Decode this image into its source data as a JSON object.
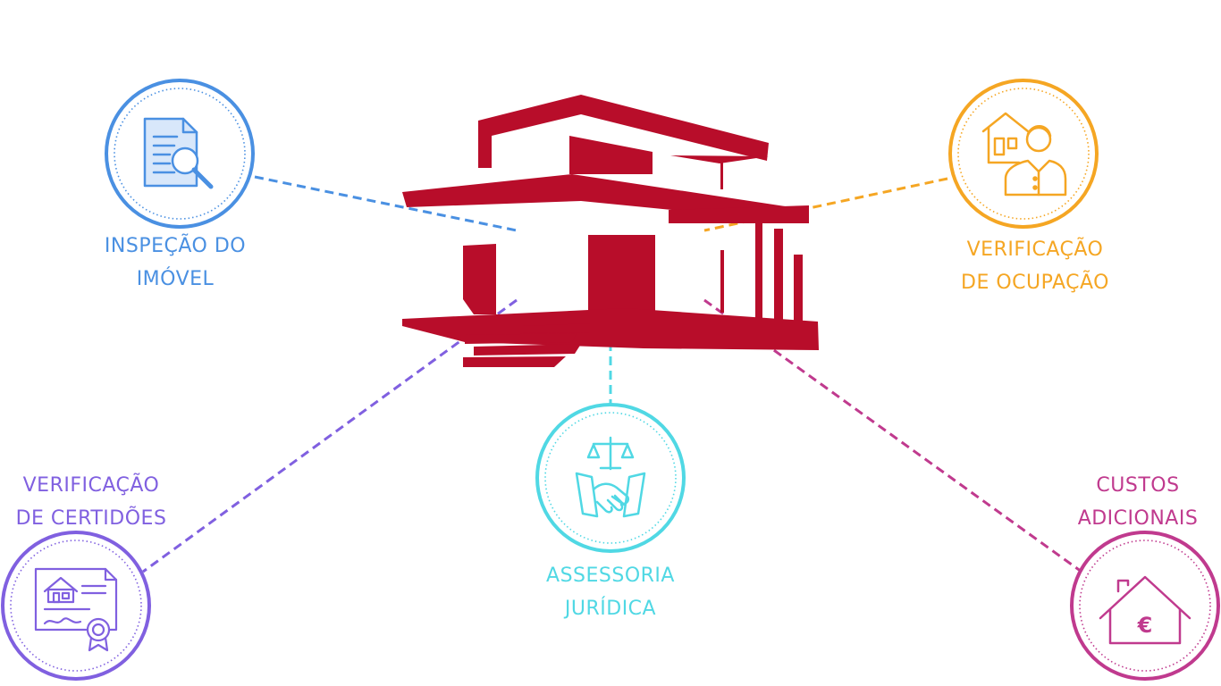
{
  "nodes": [
    {
      "id": "inspecao",
      "lines": [
        "INSPEÇÃO DO",
        "IMÓVEL"
      ],
      "color": "#4A90E2",
      "icon": "document-search-icon"
    },
    {
      "id": "ocupacao",
      "lines": [
        "VERIFICAÇÃO",
        "DE OCUPAÇÃO"
      ],
      "color": "#F5A623",
      "icon": "house-occupant-icon"
    },
    {
      "id": "juridica",
      "lines": [
        "ASSESSORIA",
        "JURÍDICA"
      ],
      "color": "#50D8E4",
      "icon": "scales-handshake-icon"
    },
    {
      "id": "certidoes",
      "lines": [
        "VERIFICAÇÃO",
        "DE CERTIDÕES"
      ],
      "color": "#8060E0",
      "icon": "certificate-icon"
    },
    {
      "id": "custos",
      "lines": [
        "CUSTOS",
        "ADICIONAIS"
      ],
      "color": "#C03A8E",
      "icon": "house-euro-icon"
    }
  ],
  "center": {
    "icon": "modern-house-icon",
    "color": "#B80D2A"
  },
  "euro_symbol": "€"
}
